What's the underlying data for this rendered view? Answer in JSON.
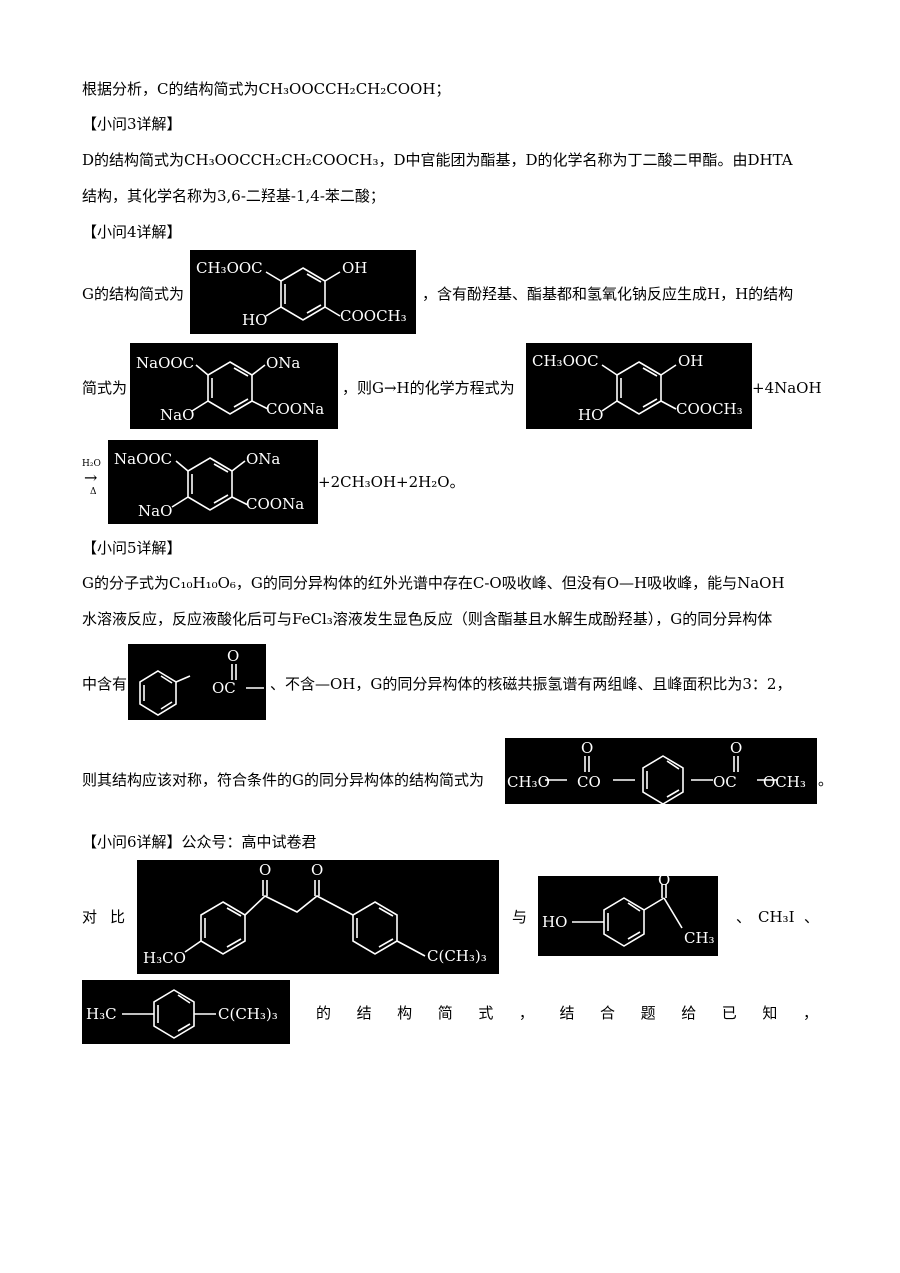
{
  "lines": {
    "l1": "根据分析，C的结构简式为CH₃OOCCH₂CH₂COOH；",
    "h3": "【小问3详解】",
    "l3a": "D的结构简式为CH₃OOCCH₂CH₂COOCH₃，D中官能团为酯基，D的化学名称为丁二酸二甲酯。由DHTA",
    "l3b": "结构，其化学名称为3,6-二羟基-1,4-苯二酸；",
    "h4": "【小问4详解】",
    "l4a_pre": "G的结构简式为",
    "l4a_post": "，含有酚羟基、酯基都和氢氧化钠反应生成H，H的结构",
    "l4b_pre": "简式为",
    "l4b_mid": "，则G→H的化学方程式为",
    "l4b_post": "+4NaOH",
    "cond_top": "H₂O",
    "cond_arrow": "→",
    "cond_bot": "Δ",
    "l4c_post": "+2CH₃OH+2H₂O。",
    "h5": "【小问5详解】",
    "l5a": "G的分子式为C₁₀H₁₀O₆，G的同分异构体的红外光谱中存在C-O吸收峰、但没有O—H吸收峰，能与NaOH",
    "l5b": "水溶液反应，反应液酸化后可与FeCl₃溶液发生显色反应（则含酯基且水解生成酚羟基），G的同分异构体",
    "l5c_pre": "中含有",
    "l5c_post": "、不含—OH，G的同分异构体的核磁共振氢谱有两组峰、且峰面积比为3：2，",
    "l5d_pre": "则其结构应该对称，符合条件的G的同分异构体的结构简式为",
    "l5d_post": "。",
    "h6": "【小问6详解】公众号：高中试卷君",
    "l6a_w1": "对",
    "l6a_w2": "比",
    "l6a_mid": "与",
    "l6a_post1": "、",
    "l6a_ch3i": "CH₃I",
    "l6a_post2": "、",
    "l6b_tail": [
      "的",
      "结",
      "构",
      "简",
      "式",
      "，",
      "结",
      "合",
      "题",
      "给",
      "已",
      "知",
      "，"
    ]
  },
  "structures": {
    "G": {
      "tl": "CH₃OOC",
      "tr": "OH",
      "bl": "HO",
      "br": "COOCH₃"
    },
    "H": {
      "tl": "NaOOC",
      "tr": "ONa",
      "bl": "NaO",
      "br": "COONa"
    },
    "ester_frag": {
      "o": "O",
      "oc": "OC"
    },
    "isomer": {
      "l": "CH₃O",
      "c1": "CO",
      "r": "OC",
      "c2": "OCH₃",
      "o1": "O",
      "o2": "O"
    },
    "diketone": {
      "o1": "O",
      "o2": "O",
      "l": "H₃CO",
      "r": "C(CH₃)₃"
    },
    "hydroxyaceto": {
      "l": "HO",
      "o": "O",
      "r": "CH₃"
    },
    "toluene_tbu": {
      "l": "H₃C",
      "r": "C(CH₃)₃"
    }
  }
}
